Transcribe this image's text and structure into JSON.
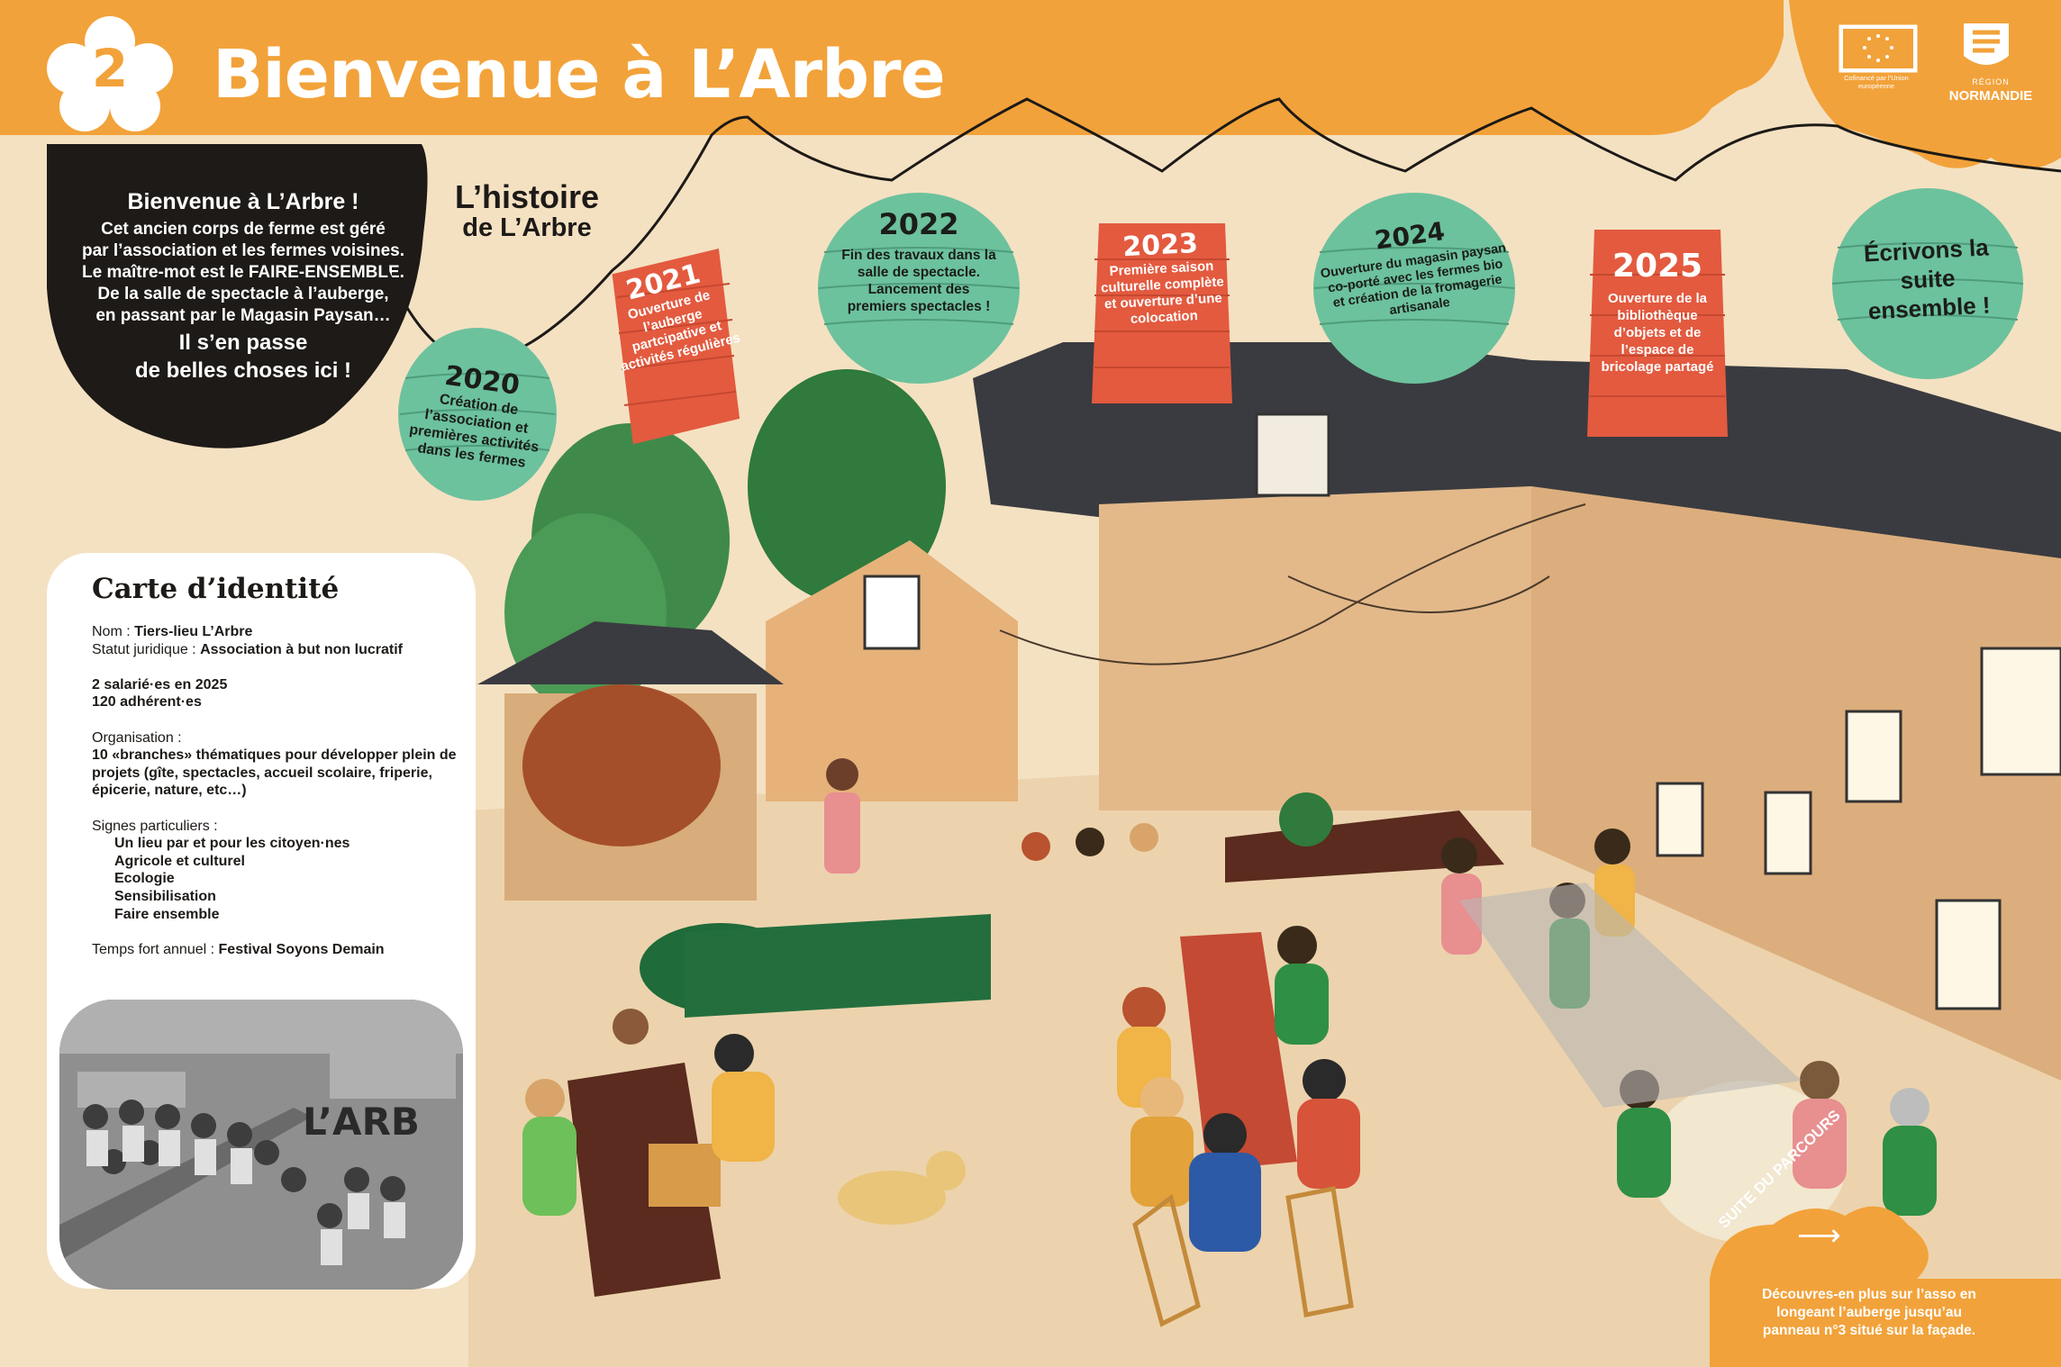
{
  "panel_number": "2",
  "title": "Bienvenue à L’Arbre",
  "colors": {
    "banner_orange": "#f2a23a",
    "lantern_green": "#6cc29d",
    "lantern_red": "#e35a3f",
    "bubble_black": "#1d1a17",
    "card_white": "#ffffff"
  },
  "logos": {
    "eu_caption": "Cofinancé par l’Union européenne",
    "region_line1": "RÉGION",
    "region_line2": "NORMANDIE"
  },
  "intro": {
    "heading": "Bienvenue à L’Arbre !",
    "lines": [
      "Cet ancien corps de ferme est géré",
      "par l’association et les fermes voisines.",
      "Le maître-mot est le FAIRE-ENSEMBLE.",
      "De la salle de spectacle à l’auberge,",
      "en passant par le Magasin Paysan…"
    ],
    "tagline_1": "Il s’en passe",
    "tagline_2": "de belles choses ici !"
  },
  "history": {
    "title_line1": "L’histoire",
    "title_line2": "de L’Arbre"
  },
  "timeline": [
    {
      "year": "2020",
      "text": "Création de l’association et premières activités dans les fermes"
    },
    {
      "year": "2021",
      "text": "Ouverture de l’auberge partcipative et activités régulières"
    },
    {
      "year": "2022",
      "text": "Fin des travaux dans la salle de spectacle. Lancement des premiers spectacles !"
    },
    {
      "year": "2023",
      "text": "Première saison culturelle complète et ouverture d’une colocation"
    },
    {
      "year": "2024",
      "text": "Ouverture du magasin paysan co-porté avec les fermes bio et création de la fromagerie artisanale"
    },
    {
      "year": "2025",
      "text": "Ouverture de la bibliothèque d’objets et de l’espace de bricolage partagé"
    },
    {
      "year": "",
      "text": "Écrivons la suite ensemble !"
    }
  ],
  "identity": {
    "title": "Carte d’identité",
    "nom_label": "Nom : ",
    "nom_value": "Tiers-lieu L’Arbre",
    "statut_label": "Statut juridique : ",
    "statut_value": "Association à but non lucratif",
    "salaries": "2 salarié·es en 2025",
    "adherents": "120 adhérent·es",
    "organisation_label": "Organisation :",
    "organisation_value": "10 «branches» thématiques pour développer plein de projets (gîte, spectacles, accueil scolaire, friperie, épicerie, nature, etc…)",
    "signes_label": "Signes particuliers :",
    "signes": [
      "Un lieu par et pour les citoyen·nes",
      "Agricole et culturel",
      "Ecologie",
      "Sensibilisation",
      "Faire ensemble"
    ],
    "temps_fort_label": "Temps fort annuel : ",
    "temps_fort_value": "Festival Soyons Demain",
    "photo_sign": "L’ARB"
  },
  "next": {
    "label": "SUITE DU PARCOURS",
    "arrow": "⟶",
    "text": "Découvres-en plus sur l’asso en longeant l’auberge jusqu’au panneau n°3 situé sur la façade."
  }
}
